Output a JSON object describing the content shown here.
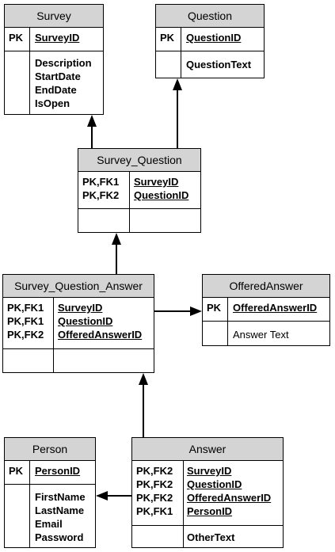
{
  "entities": {
    "survey": {
      "title": "Survey",
      "pk_keys": [
        "PK"
      ],
      "pk_cols": [
        "SurveyID"
      ],
      "attrs": [
        "Description",
        "StartDate",
        "EndDate",
        "IsOpen"
      ]
    },
    "question": {
      "title": "Question",
      "pk_keys": [
        "PK"
      ],
      "pk_cols": [
        "QuestionID"
      ],
      "attrs": [
        "QuestionText"
      ]
    },
    "survey_question": {
      "title": "Survey_Question",
      "pk_keys": [
        "PK,FK1",
        "PK,FK2"
      ],
      "pk_cols": [
        "SurveyID",
        "QuestionID"
      ],
      "attrs": []
    },
    "survey_question_answer": {
      "title": "Survey_Question_Answer",
      "pk_keys": [
        "PK,FK1",
        "PK,FK1",
        "PK,FK2"
      ],
      "pk_cols": [
        "SurveyID",
        "QuestionID",
        "OfferedAnswerID"
      ],
      "attrs": []
    },
    "offered_answer": {
      "title": "OfferedAnswer",
      "pk_keys": [
        "PK"
      ],
      "pk_cols": [
        "OfferedAnswerID"
      ],
      "attrs": [
        "Answer Text"
      ]
    },
    "person": {
      "title": "Person",
      "pk_keys": [
        "PK"
      ],
      "pk_cols": [
        "PersonID"
      ],
      "attrs": [
        "FirstName",
        "LastName",
        "Email",
        "Password"
      ]
    },
    "answer": {
      "title": "Answer",
      "pk_keys": [
        "PK,FK2",
        "PK,FK2",
        "PK,FK2",
        "PK,FK1"
      ],
      "pk_cols": [
        "SurveyID",
        "QuestionID",
        "OfferedAnswerID",
        "PersonID"
      ],
      "attrs": [
        "OtherText"
      ]
    }
  },
  "relationships": [
    {
      "from": "survey_question",
      "to": "survey"
    },
    {
      "from": "survey_question",
      "to": "question"
    },
    {
      "from": "survey_question_answer",
      "to": "survey_question"
    },
    {
      "from": "survey_question_answer",
      "to": "offered_answer"
    },
    {
      "from": "answer",
      "to": "survey_question_answer"
    },
    {
      "from": "answer",
      "to": "person"
    }
  ]
}
